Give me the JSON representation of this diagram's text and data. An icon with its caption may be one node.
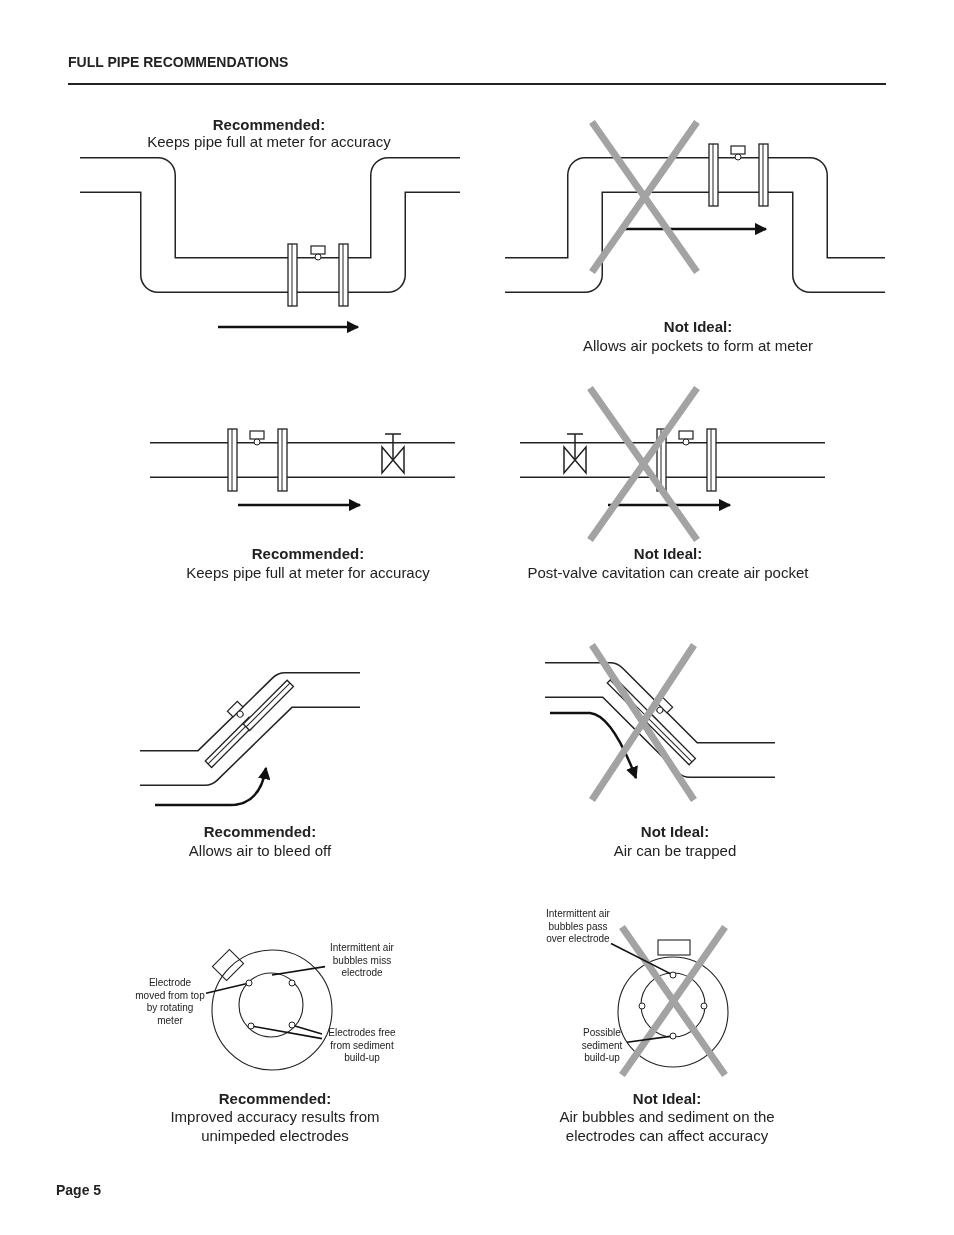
{
  "diagram": {
    "title": "FULL PIPE RECOMMENDATIONS",
    "nodes": [
      {
        "text": [
          "Intermittent air bubbles miss electrode"
        ]
      },
      {
        "text": [
          "Electrode moved from top by rotating meter"
        ]
      },
      {
        "text": [],
        "shape": "circle"
      },
      {
        "text": [
          "Electrodes free from sediment build-up"
        ]
      },
      {
        "text": [],
        "shape": "circle"
      },
      {
        "text": [],
        "shape": "circle"
      },
      {
        "text": [
          "Intermittent air bubbles pass over electrode"
        ]
      },
      {
        "text": [],
        "shape": "circle"
      },
      {
        "text": [
          "Possible sediment build-up"
        ]
      },
      {
        "text": [],
        "shape": "circle"
      }
    ],
    "edges": [
      {
        "from": 0,
        "to": null,
        "arrow": "none"
      },
      {
        "from": 1,
        "to": 2,
        "arrow": "none"
      },
      {
        "from": 3,
        "to": 4,
        "arrow": "none"
      },
      {
        "from": 3,
        "to": 5,
        "arrow": "none"
      },
      {
        "from": 6,
        "to": 7,
        "arrow": "none"
      },
      {
        "from": 8,
        "to": 9,
        "arrow": "none"
      }
    ],
    "labels": [
      "Recommended:",
      "Keeps pipe full at meter for accuracy",
      "Not Ideal:",
      "Allows air pockets to form at meter",
      "Recommended:",
      "Keeps pipe full at meter for accuracy",
      "Not Ideal:",
      "Post-valve cavitation can create air pocket",
      "Recommended:",
      "Allows air to bleed off",
      "Not Ideal:",
      "Air can be trapped",
      "Recommended:",
      "Improved accuracy results from unimpeded electrodes",
      "Not Ideal:",
      "Air bubbles and sediment on the electrodes can affect accuracy",
      "Page 5"
    ]
  }
}
